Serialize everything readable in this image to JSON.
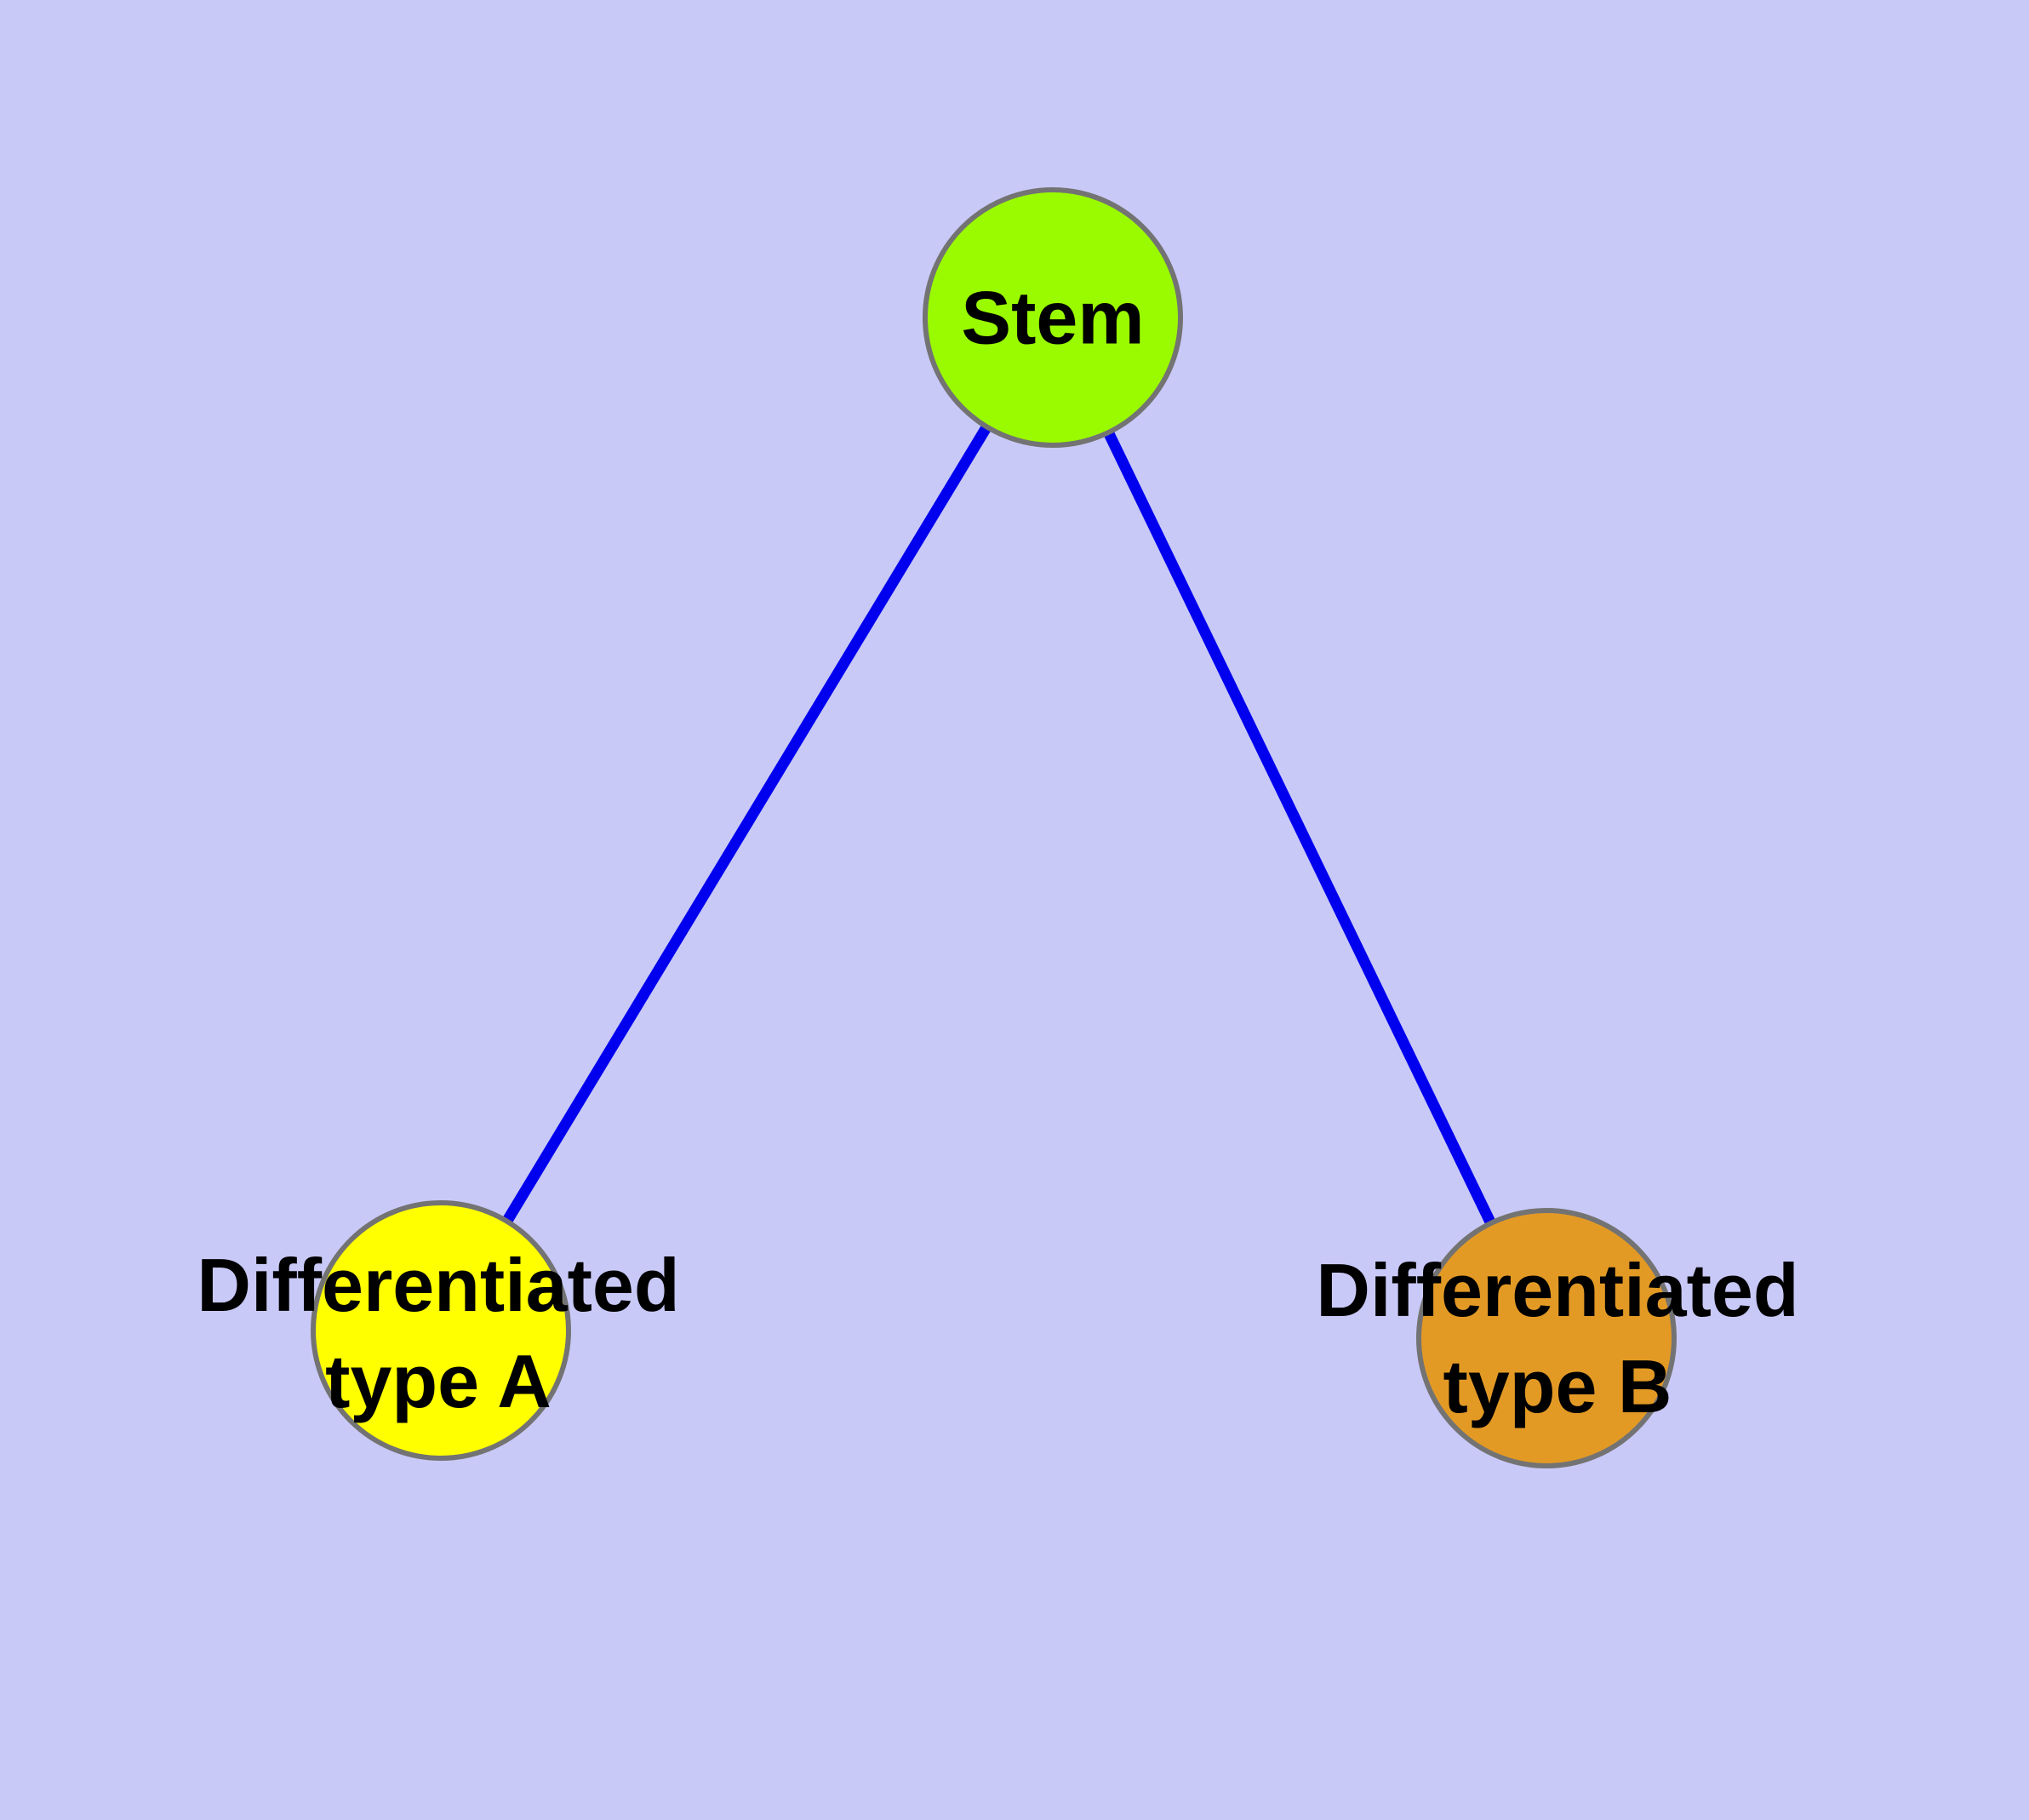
{
  "diagram": {
    "type": "node-link-graph",
    "background_color": "#C9C9F8",
    "edge_color": "#0000EE",
    "node_border_color": "#737373",
    "label_color": "#000000",
    "nodes": {
      "stem": {
        "label": "Stem",
        "fill": "#9AFA00"
      },
      "type_a": {
        "line1": "Differentiated",
        "line2": "type A",
        "fill": "#FFFF00"
      },
      "type_b": {
        "line1": "Differentiated",
        "line2": "type B",
        "fill": "#E39A25"
      }
    },
    "edges": [
      {
        "from": "Stem",
        "to": "Differentiated type A"
      },
      {
        "from": "Stem",
        "to": "Differentiated type B"
      }
    ]
  }
}
